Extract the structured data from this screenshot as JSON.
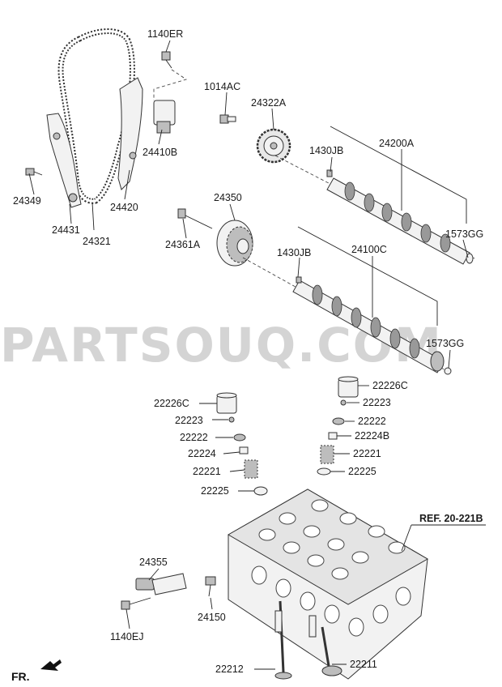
{
  "watermark": "PARTSOUQ.COM",
  "reference": "REF. 20-221B",
  "orientation_label": "FR.",
  "part_labels": {
    "p1140ER": "1140ER",
    "p1014AC": "1014AC",
    "p24322A": "24322A",
    "p24410B": "24410B",
    "p1430JB_top": "1430JB",
    "p24200A": "24200A",
    "p24349": "24349",
    "p24420": "24420",
    "p24350": "24350",
    "p1573GG_top": "1573GG",
    "p24431": "24431",
    "p24321": "24321",
    "p24361A": "24361A",
    "p1430JB_bottom": "1430JB",
    "p24100C": "24100C",
    "p1573GG_bottom": "1573GG",
    "p22226C_right": "22226C",
    "p22223_right": "22223",
    "p22226C_left": "22226C",
    "p22222_right": "22222",
    "p22223_left": "22223",
    "p22224B": "22224B",
    "p22222_left": "22222",
    "p22221_right": "22221",
    "p22224": "22224",
    "p22225_right": "22225",
    "p22221_left": "22221",
    "p22225_left": "22225",
    "p24355": "24355",
    "p24150": "24150",
    "p1140EJ": "1140EJ",
    "p22212": "22212",
    "p22211": "22211"
  },
  "icons": {
    "front_arrow": "arrow-left-down-icon"
  }
}
